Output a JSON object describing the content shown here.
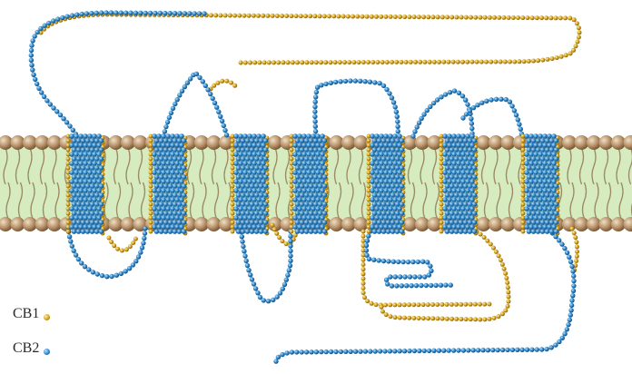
{
  "colors": {
    "cb1": "#d4a11c",
    "cb2": "#2f87c8",
    "membrane_core": "#d6ebbf",
    "head": "#b8926a",
    "tail": "#9c8a64"
  },
  "legend": [
    {
      "label": "CB1",
      "series": "cb1"
    },
    {
      "label": "CB2",
      "series": "cb2"
    }
  ],
  "helix_count": 7
}
